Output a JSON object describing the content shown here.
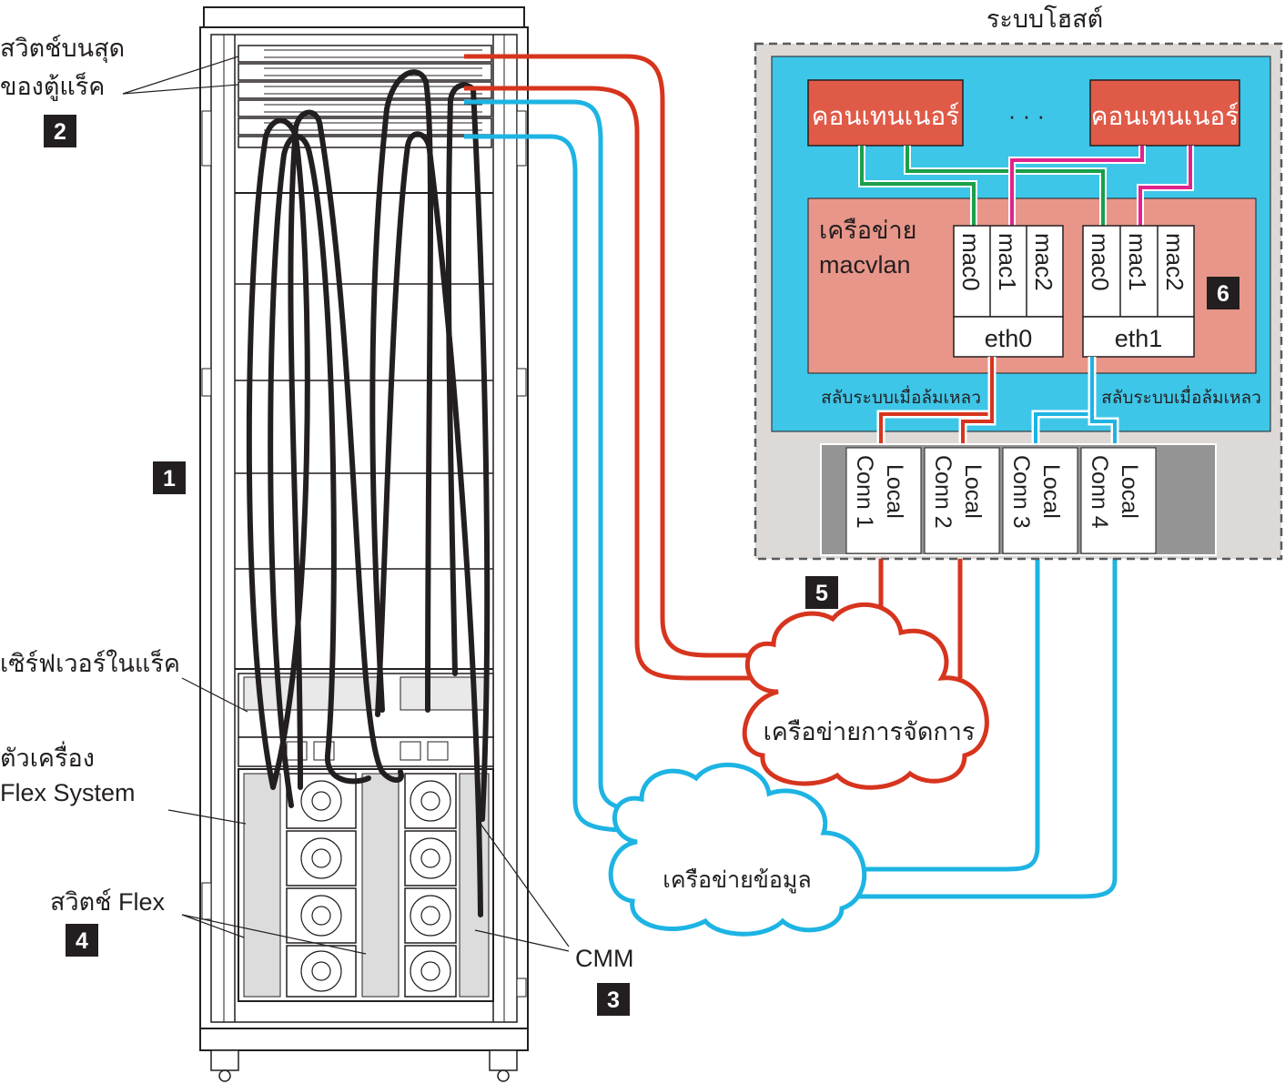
{
  "host": {
    "title": "ระบบโฮสต์",
    "container_left": "คอนเทนเนอร์",
    "container_right": "คอนเทนเนอร์",
    "ellipsis": "· · ·",
    "macvlan_line1": "เครือข่าย",
    "macvlan_line2": "macvlan",
    "eth0": {
      "label": "eth0",
      "macs": [
        "mac0",
        "mac1",
        "mac2"
      ]
    },
    "eth1": {
      "label": "eth1",
      "macs": [
        "mac0",
        "mac1",
        "mac2"
      ]
    },
    "failover_left": "สลับระบบเมื่อล้มเหลว",
    "failover_right": "สลับระบบเมื่อล้มเหลว",
    "ports": [
      {
        "line1": "Local",
        "line2": "Conn 1"
      },
      {
        "line1": "Local",
        "line2": "Conn 2"
      },
      {
        "line1": "Local",
        "line2": "Conn 3"
      },
      {
        "line1": "Local",
        "line2": "Conn 4"
      }
    ]
  },
  "rack": {
    "tor_switch_line1": "สวิตช์บนสุด",
    "tor_switch_line2": "ของตู้แร็ค",
    "rack_server": "เซิร์ฟเวอร์ในแร็ค",
    "flex_system_line1": "ตัวเครื่อง",
    "flex_system_line2": "Flex System",
    "flex_switch": "สวิตช์ Flex",
    "cmm": "CMM"
  },
  "networks": {
    "management": "เครือข่ายการจัดการ",
    "data": "เครือข่ายข้อมูล"
  },
  "badges": {
    "b1": "1",
    "b2": "2",
    "b3": "3",
    "b4": "4",
    "b5": "5",
    "b6": "6"
  },
  "colors": {
    "management_red": "#d7341e",
    "data_blue": "#1db4e3",
    "host_blue": "#3ec6e8",
    "container_red": "#e05a48",
    "macvlan_pink": "#e8968a",
    "link_green": "#1aa04a",
    "link_magenta": "#e0238c"
  }
}
